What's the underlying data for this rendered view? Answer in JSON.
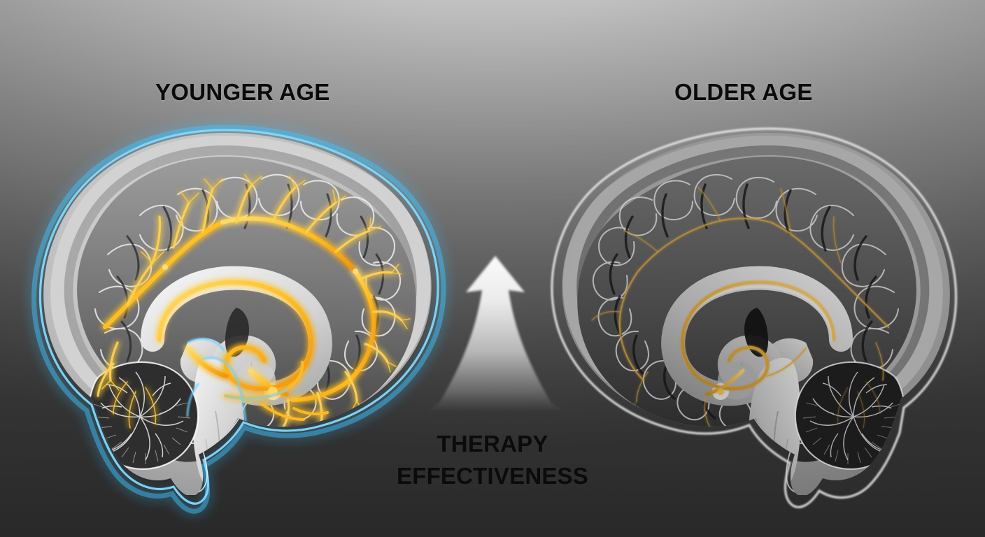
{
  "figure": {
    "title_left": "YOUNGER AGE",
    "title_right": "OLDER AGE",
    "caption_line1": "THERAPY",
    "caption_line2": "EFFECTIVENESS",
    "background_color": "#9a9a9a",
    "text_color": "#0b0b0b"
  },
  "panels": [
    {
      "id": "younger",
      "label": "YOUNGER AGE",
      "orientation": "facing-left",
      "outline_glow_color": "#35b7ef",
      "pathway_color": "#ffc02e",
      "tissue_tone": "#b9b9b9",
      "glow": "strong",
      "pathway_intensity": "high"
    },
    {
      "id": "older",
      "label": "OLDER AGE",
      "orientation": "facing-right",
      "outline_glow_color": "#d8d8d8",
      "pathway_color": "#c99b42",
      "tissue_tone": "#6f6f6f",
      "glow": "none",
      "pathway_intensity": "low"
    }
  ],
  "arrow": {
    "name": "upward-arrow",
    "direction": "up",
    "color": "#f2f2f2",
    "meaning": "THERAPY EFFECTIVENESS"
  },
  "legend_note": {
    "younger_description": "Bright cyan outline glow with vivid golden neural pathways",
    "older_description": "Muted grey outline with dim amber neural pathways"
  }
}
